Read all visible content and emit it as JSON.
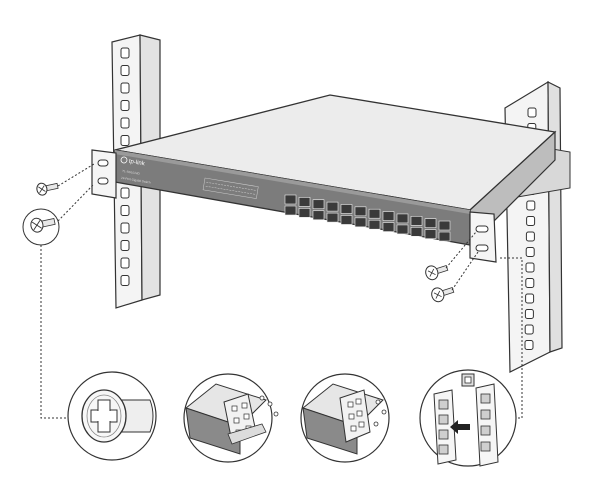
{
  "switch": {
    "brand": "tp-link",
    "model": "TL-SG1024D",
    "description": "24-Port Gigabit Switch",
    "port_count": 24
  },
  "rack": {
    "left_rail_slots": 14,
    "right_rail_slots": 16
  },
  "detail_callouts": [
    {
      "name": "screw-closeup"
    },
    {
      "name": "cage-nut-front-view"
    },
    {
      "name": "cage-nut-angled-view"
    },
    {
      "name": "cage-nut-insertion"
    }
  ],
  "colors": {
    "line": "#333333",
    "panel": "#7a7a7a",
    "panel_dark": "#5a5a5a",
    "top": "#e6e6e6",
    "rail": "#f2f2f2",
    "port": "#3a3a3a"
  }
}
